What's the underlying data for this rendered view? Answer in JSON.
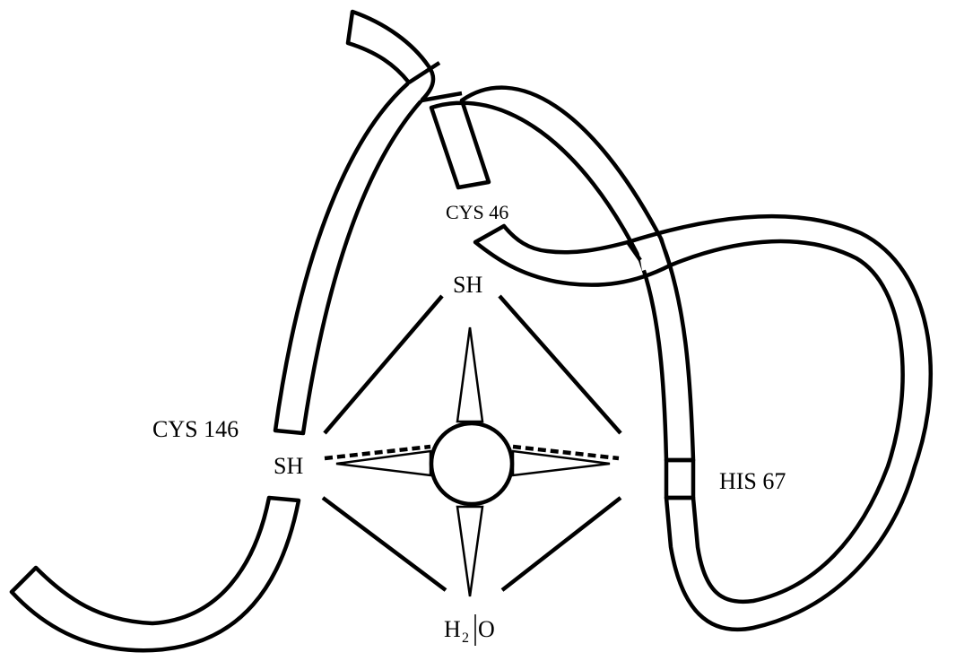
{
  "diagram": {
    "labels": {
      "cys46": "CYS 46",
      "cys146": "CYS 146",
      "sh_top": "SH",
      "sh_left": "SH",
      "his67": "HIS 67",
      "water_h": "H",
      "water_sub": "2",
      "water_o": "O"
    },
    "colors": {
      "line": "#000000",
      "background": "#ffffff"
    }
  }
}
